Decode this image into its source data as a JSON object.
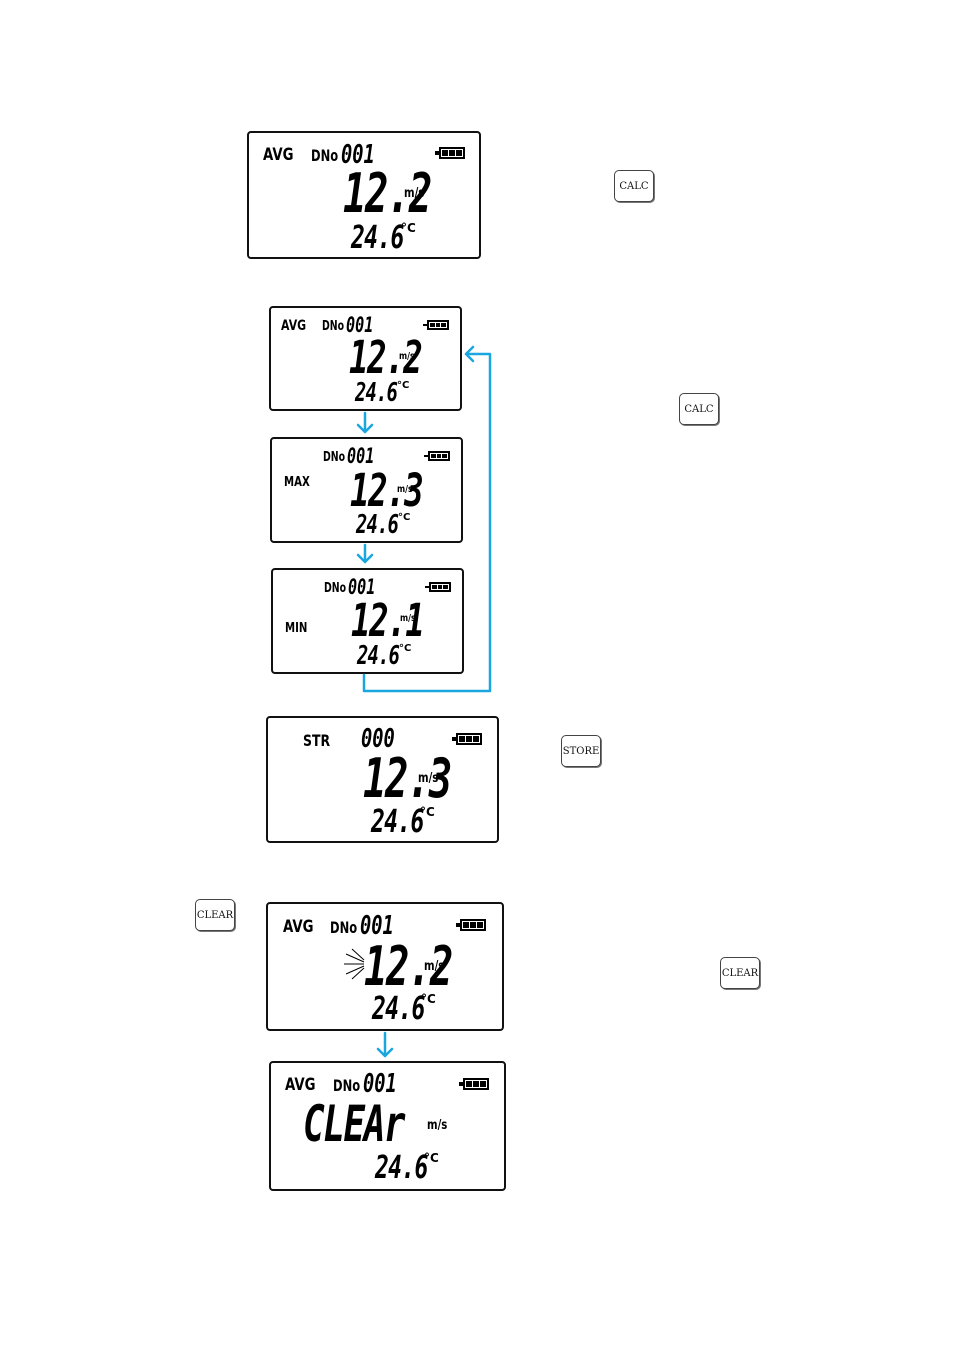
{
  "keys": {
    "calc": "CALC",
    "store": "STORE",
    "clear": "CLEAR"
  },
  "units": {
    "speed": "m/s",
    "temp": "°C"
  },
  "accent_color": "#1aa7e0",
  "screens": {
    "s1": {
      "label": "AVG",
      "dno": "DNo",
      "count": "001",
      "speed": "12.2",
      "temp": "24.6"
    },
    "s2": {
      "label": "AVG",
      "dno": "DNo",
      "count": "001",
      "speed": "12.2",
      "temp": "24.6"
    },
    "s3": {
      "label": "MAX",
      "dno": "DNo",
      "count": "001",
      "speed": "12.3",
      "temp": "24.6"
    },
    "s4": {
      "label": "MIN",
      "dno": "DNo",
      "count": "001",
      "speed": "12.1",
      "temp": "24.6"
    },
    "s5": {
      "label": "STR",
      "count": "000",
      "speed": "12.3",
      "temp": "24.6"
    },
    "s6": {
      "label": "AVG",
      "dno": "DNo",
      "count": "001",
      "speed": "12.2",
      "temp": "24.6"
    },
    "s7": {
      "label": "AVG",
      "dno": "DNo",
      "count": "001",
      "speed": "CLEAr",
      "temp": "24.6"
    }
  }
}
